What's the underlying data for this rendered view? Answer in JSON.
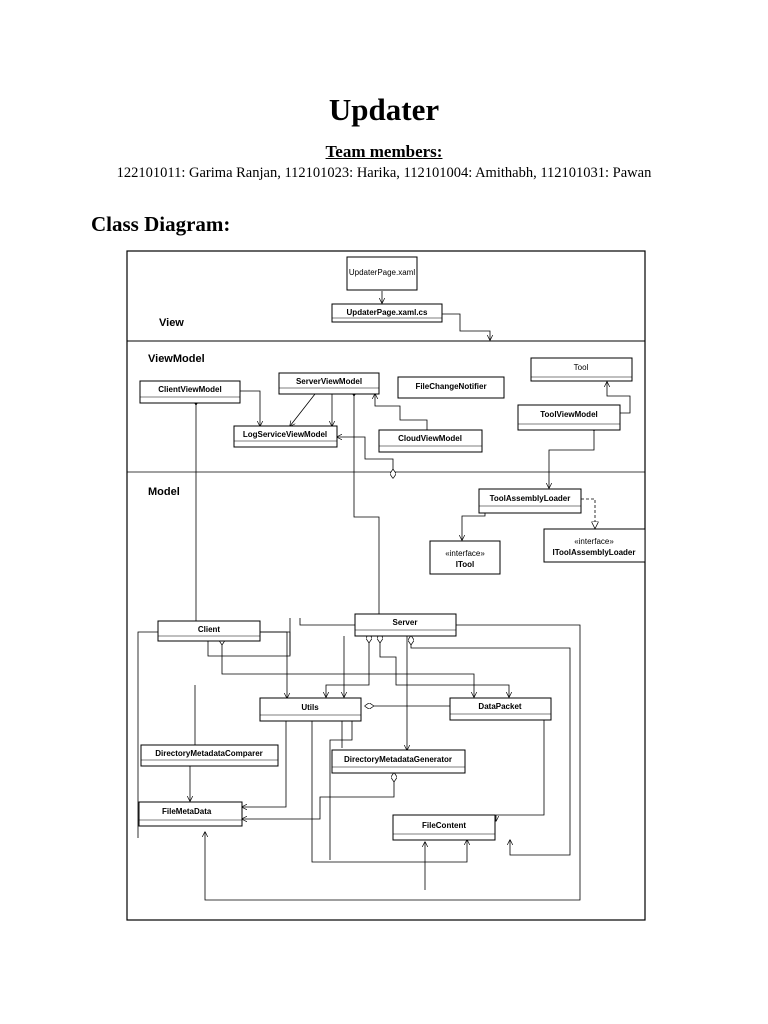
{
  "document": {
    "title": "Updater",
    "team_heading": "Team members:",
    "team_members": "122101011: Garima Ranjan, 112101023: Harika, 112101004: Amithabh, 112101031: Pawan",
    "section_heading": "Class Diagram:"
  },
  "diagram": {
    "sections": {
      "view": "View",
      "viewmodel": "ViewModel",
      "model": "Model"
    },
    "classes": {
      "updater_page_xaml": "UpdaterPage.xaml",
      "updater_page_xaml_cs": "UpdaterPage.xaml.cs",
      "client_view_model": "ClientViewModel",
      "server_view_model": "ServerViewModel",
      "file_change_notifier": "FileChangeNotifier",
      "tool": "Tool",
      "tool_view_model": "ToolViewModel",
      "log_service_view_model": "LogServiceViewModel",
      "cloud_view_model": "CloudViewModel",
      "tool_assembly_loader": "ToolAssemblyLoader",
      "itool_stereotype": "«interface»",
      "itool": "ITool",
      "itool_assembly_loader_stereotype": "«interface»",
      "itool_assembly_loader": "IToolAssemblyLoader",
      "client": "Client",
      "server": "Server",
      "utils": "Utils",
      "data_packet": "DataPacket",
      "directory_metadata_comparer": "DirectoryMetadataComparer",
      "directory_metadata_generator": "DirectoryMetadataGenerator",
      "file_meta_data": "FileMetaData",
      "file_content": "FileContent"
    }
  }
}
